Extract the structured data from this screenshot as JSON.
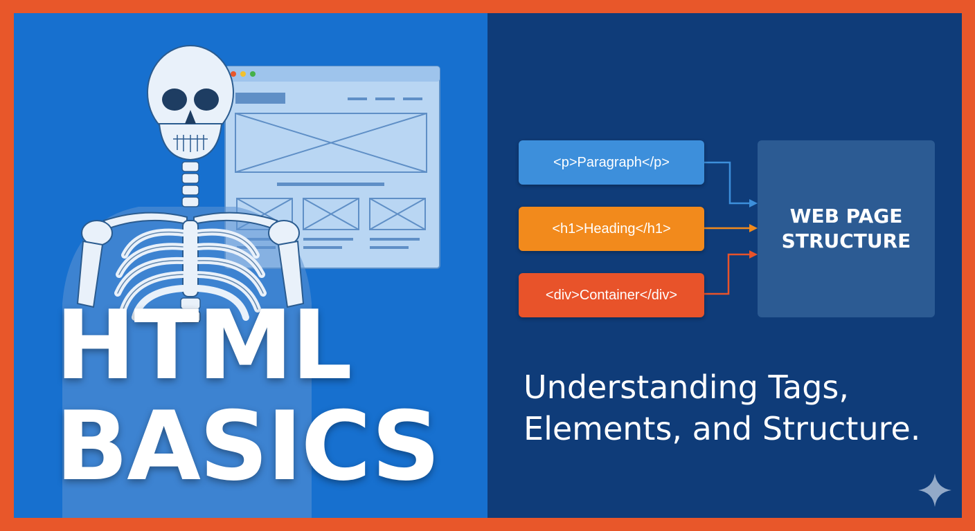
{
  "title": {
    "line1": "HTML",
    "line2": "BASICS"
  },
  "tags": [
    {
      "label": "<p>Paragraph</p>",
      "color": "#3d8fdb"
    },
    {
      "label": "<h1>Heading</h1>",
      "color": "#f28a1c"
    },
    {
      "label": "<div>Container</div>",
      "color": "#e8532a"
    }
  ],
  "structure": {
    "line1": "WEB PAGE",
    "line2": "STRUCTURE"
  },
  "subtitle": {
    "line1": "Understanding Tags,",
    "line2": "Elements, and Structure."
  },
  "colors": {
    "border": "#e8572a",
    "left_bg": "#1770cf",
    "right_bg": "#0f3c79",
    "structure_bg": "#2c5b93"
  },
  "icons": {
    "skeleton": "skeleton-illustration",
    "wireframe": "browser-wireframe-illustration",
    "sparkle": "sparkle-icon"
  }
}
